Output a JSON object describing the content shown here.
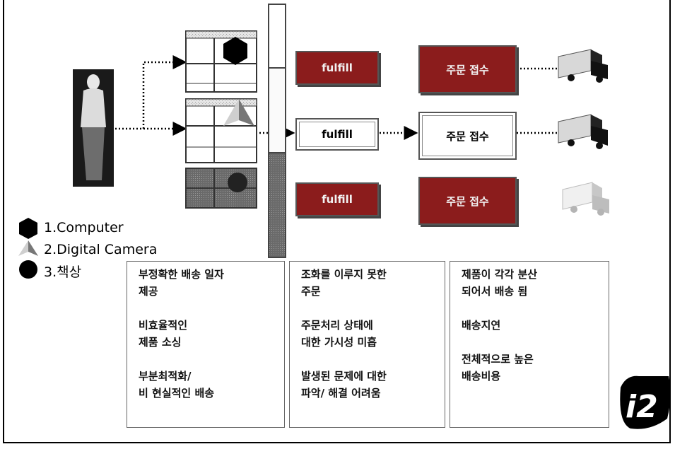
{
  "flow": {
    "rows": [
      {
        "fulfill": "fulfill",
        "order": "주문 접수"
      },
      {
        "fulfill": "fulfill",
        "order": "주문 접수"
      },
      {
        "fulfill": "fulfill",
        "order": "주문 접수"
      }
    ]
  },
  "legend": [
    {
      "label": "1.Computer",
      "icon": "hexagon-icon"
    },
    {
      "label": "2.Digital Camera",
      "icon": "pyramid-icon"
    },
    {
      "label": "3.책상",
      "icon": "circle-icon"
    }
  ],
  "columns": [
    {
      "items": [
        "부정확한 배송 일자\n제공",
        "비효율적인\n제품 소싱",
        "부분최적화/\n비 현실적인 배송"
      ]
    },
    {
      "items": [
        "조화를 이루지 못한\n주문",
        "주문처리 상태에\n대한 가시성 미흡",
        "발생된 문제에 대한\n파악/ 해결 어려움"
      ]
    },
    {
      "items": [
        "제품이 각각 분산\n되어서 배송 됨",
        "배송지연",
        "전체적으로 높은\n배송비용"
      ]
    }
  ],
  "logo": {
    "text": "i2"
  },
  "colors": {
    "dark_box": "#8b1c1c",
    "border": "#555555"
  }
}
